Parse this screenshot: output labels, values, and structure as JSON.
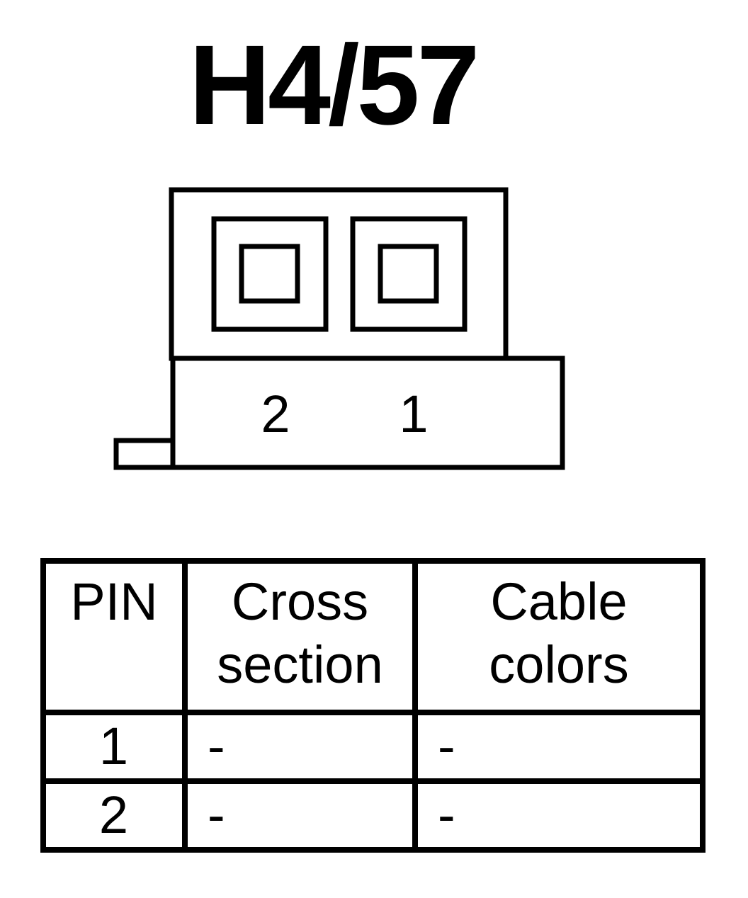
{
  "title": "H4/57",
  "connector": {
    "pin_labels": [
      "2",
      "1"
    ]
  },
  "table": {
    "headers": {
      "pin": "PIN",
      "cross_section_line1": "Cross",
      "cross_section_line2": "section",
      "cable_colors_line1": "Cable",
      "cable_colors_line2": "colors"
    },
    "rows": [
      {
        "pin": "1",
        "cross_section": "-",
        "cable_color": "-"
      },
      {
        "pin": "2",
        "cross_section": "-",
        "cable_color": "-"
      }
    ]
  }
}
